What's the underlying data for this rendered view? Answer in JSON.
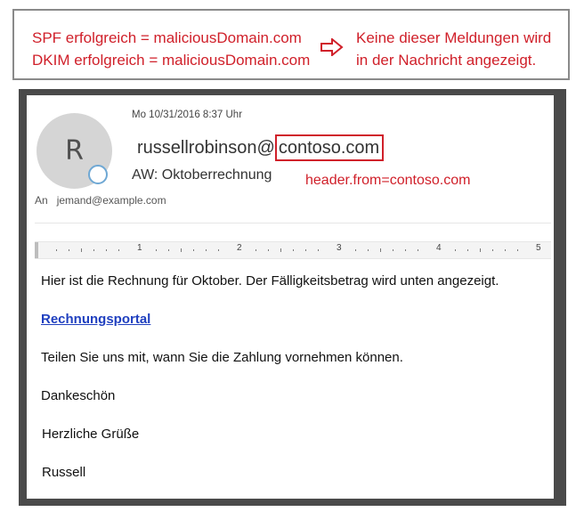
{
  "annotation": {
    "spf_line": "SPF erfolgreich = maliciousDomain.com",
    "dkim_line": "DKIM erfolgreich = maliciousDomain.com",
    "result_line1": "Keine dieser Meldungen wird",
    "result_line2": "in der Nachricht angezeigt.",
    "arrow_icon": "right-arrow-icon"
  },
  "email": {
    "avatar_initial": "R",
    "date": "Mo 10/31/2016 8:37 Uhr",
    "sender_local": "russellrobinson@",
    "sender_domain": "contoso.com",
    "subject": "AW: Oktoberrechnung",
    "header_note": "header.from=contoso.com",
    "to_label": "An",
    "to_address": "jemand@example.com"
  },
  "ruler": {
    "numbers": [
      "1",
      "2",
      "3",
      "4",
      "5"
    ]
  },
  "body": {
    "line1": "Hier ist die Rechnung für Oktober. Der Fälligkeitsbetrag wird unten angezeigt.",
    "link": "Rechnungsportal",
    "line2": "Teilen Sie uns mit, wann Sie die Zahlung vornehmen können.",
    "thanks": "Dankeschön",
    "closing": "Herzliche Grüße",
    "signature": "Russell"
  },
  "colors": {
    "annotation_red": "#d0202a",
    "link_blue": "#1f3fbf",
    "frame_dark": "#4a4a4a",
    "presence_ring": "#6fa8d4"
  }
}
